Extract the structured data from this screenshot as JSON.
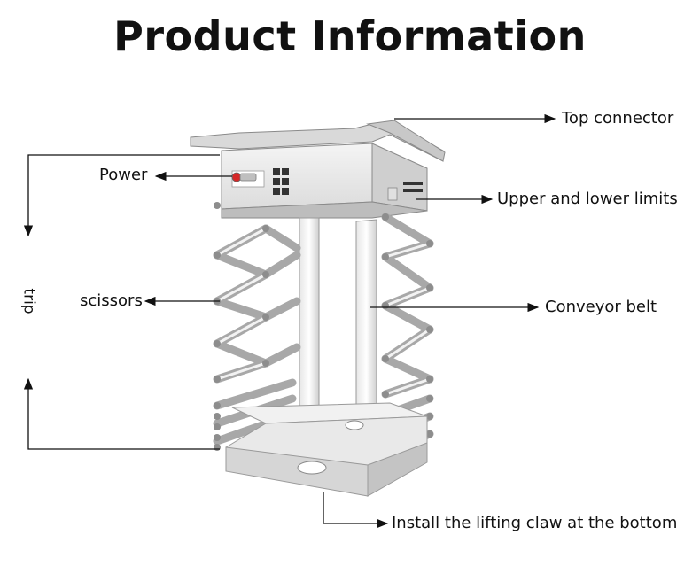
{
  "title": "Product Information",
  "labels": {
    "top_connector": "Top connector",
    "power": "Power",
    "upper_lower_limits": "Upper and lower limits",
    "scissors": "scissors",
    "conveyor_belt": "Conveyor belt",
    "install_claw": "Install the lifting claw at the bottom",
    "trip": "trip"
  }
}
